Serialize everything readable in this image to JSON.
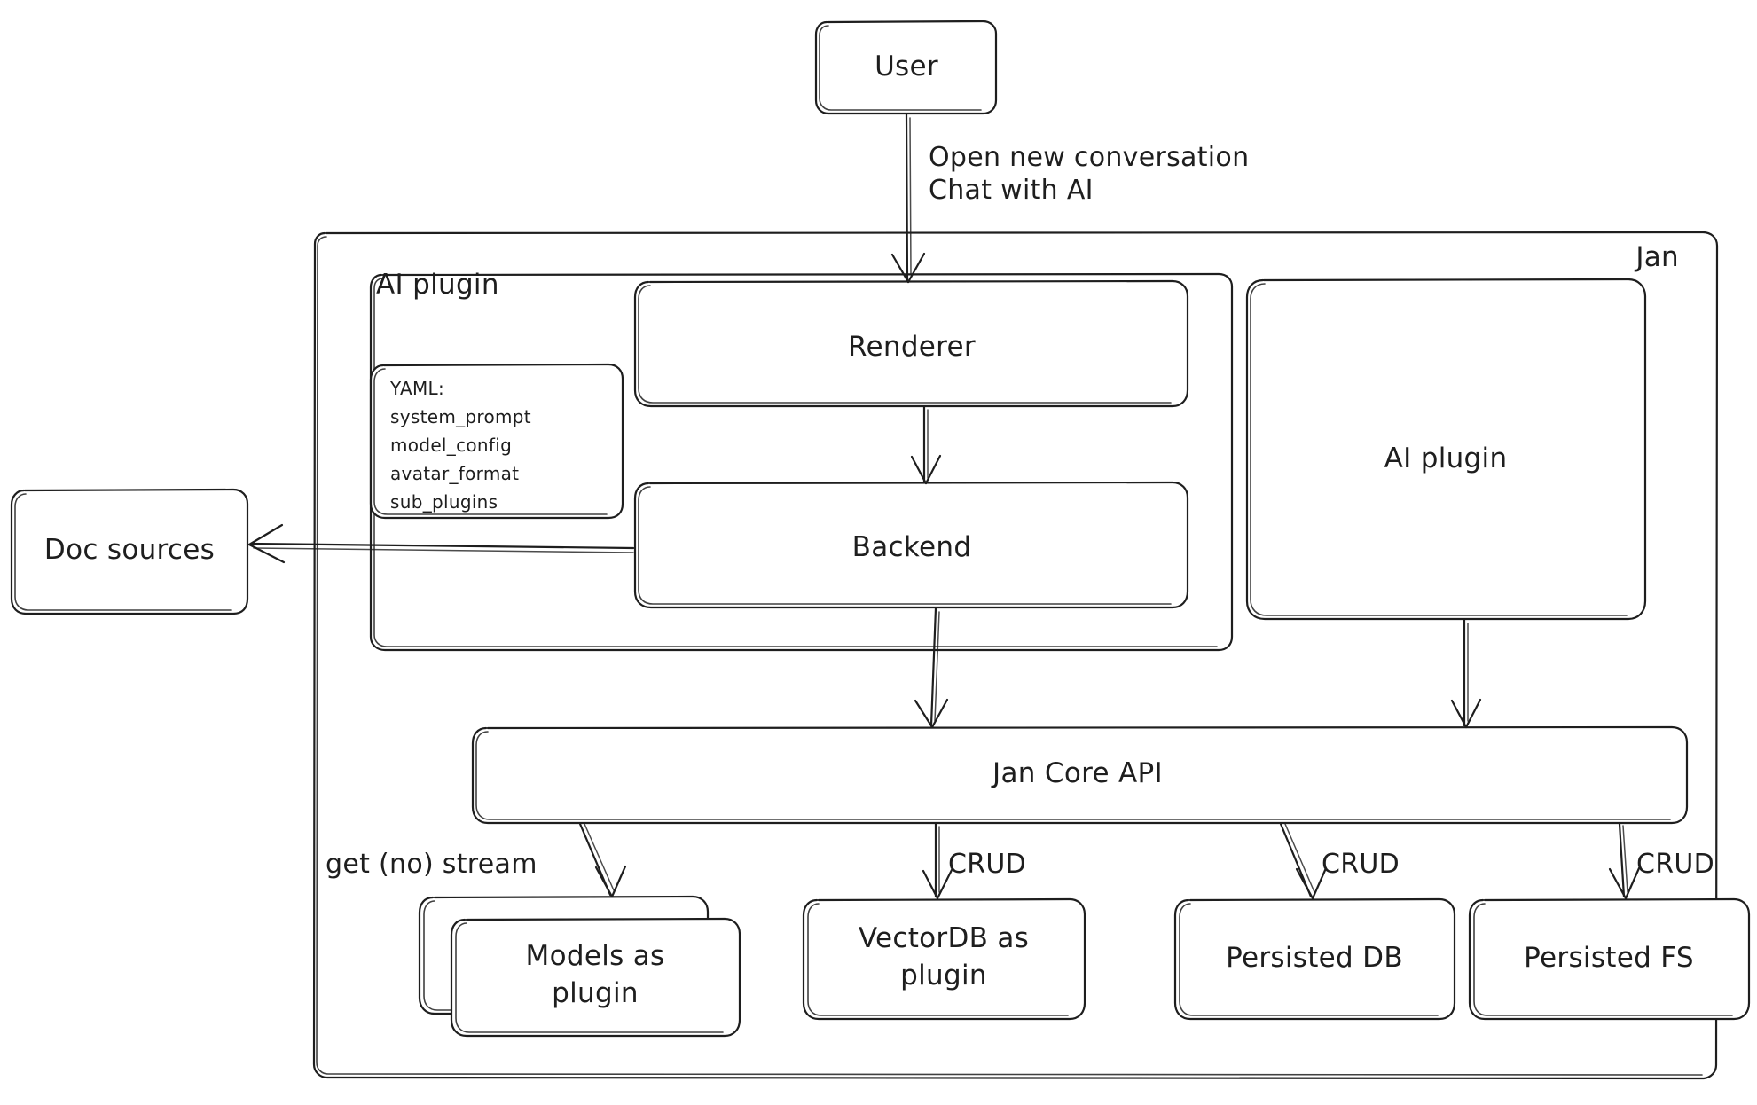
{
  "diagram": {
    "title": "Jan architecture diagram",
    "style": "hand-drawn",
    "background": "#ffffff",
    "stroke_color": "#1e1e1e"
  },
  "groups": {
    "jan": {
      "label": "Jan"
    },
    "ai_plugin_group": {
      "label": "AI plugin"
    }
  },
  "nodes": {
    "user": {
      "label": "User"
    },
    "renderer": {
      "label": "Renderer"
    },
    "backend": {
      "label": "Backend"
    },
    "ai_plugin_right": {
      "label": "AI plugin"
    },
    "jan_core_api": {
      "label": "Jan Core API"
    },
    "doc_sources": {
      "label": "Doc sources"
    },
    "models_as_plugin": {
      "label": "Models as\nplugin"
    },
    "vectordb_as_plugin": {
      "label": "VectorDB as\nplugin"
    },
    "persisted_db": {
      "label": "Persisted DB"
    },
    "persisted_fs": {
      "label": "Persisted FS"
    }
  },
  "yaml_box": {
    "lines": [
      "YAML:",
      "system_prompt",
      "model_config",
      "avatar_format",
      "sub_plugins"
    ]
  },
  "edges": {
    "user_to_renderer": {
      "label": "Open new conversation\nChat with AI"
    },
    "renderer_to_backend": {
      "label": ""
    },
    "backend_to_doc_sources": {
      "label": ""
    },
    "backend_to_core": {
      "label": ""
    },
    "ai_plugin_to_core": {
      "label": ""
    },
    "core_to_models": {
      "label": "get (no) stream"
    },
    "core_to_vectordb": {
      "label": "CRUD"
    },
    "core_to_persisted_db": {
      "label": "CRUD"
    },
    "core_to_persisted_fs": {
      "label": "CRUD"
    }
  }
}
